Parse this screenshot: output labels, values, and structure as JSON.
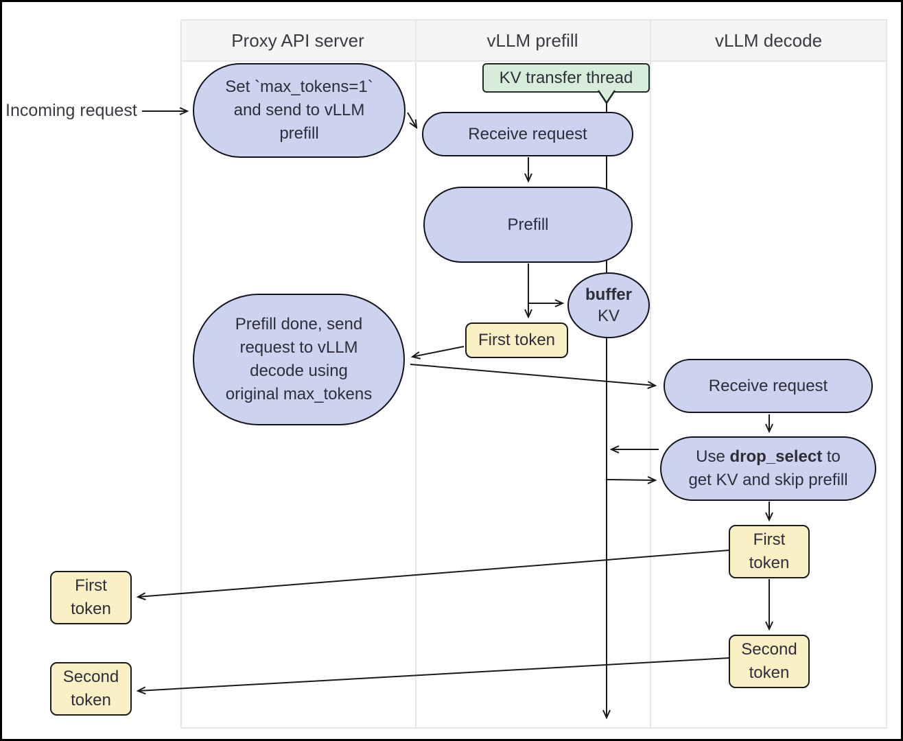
{
  "diagram": {
    "lanes": [
      "Proxy API server",
      "vLLM prefill",
      "vLLM decode"
    ],
    "external": {
      "incoming_label": "Incoming request",
      "first_token": [
        "First",
        "token"
      ],
      "second_token": [
        "Second",
        "token"
      ]
    },
    "proxy": {
      "set_max_tokens": [
        "Set `max_tokens=1`",
        "and send to vLLM",
        "prefill"
      ],
      "prefill_done": [
        "Prefill done, send",
        "request to vLLM",
        "decode using",
        "original max_tokens"
      ]
    },
    "prefill": {
      "kv_thread": "KV transfer thread",
      "receive_request": "Receive request",
      "prefill": "Prefill",
      "buffer": {
        "bold": "buffer",
        "rest": "KV"
      },
      "first_token": "First token"
    },
    "decode": {
      "receive_request": "Receive request",
      "drop_select": {
        "pre": "Use ",
        "bold": "drop_select",
        "post": " to",
        "line2": "get KV and skip prefill"
      },
      "first_token": [
        "First",
        "token"
      ],
      "second_token": [
        "Second",
        "token"
      ]
    },
    "colors": {
      "node_fill": "#ccd3ee",
      "token_fill": "#faf0c5",
      "thread_fill": "#d7ecd9",
      "node_border": "#12121c",
      "lane_header_fill": "#f5f5f6",
      "lane_border": "#e6e6e9",
      "arrow": "#1a1a1a"
    }
  }
}
